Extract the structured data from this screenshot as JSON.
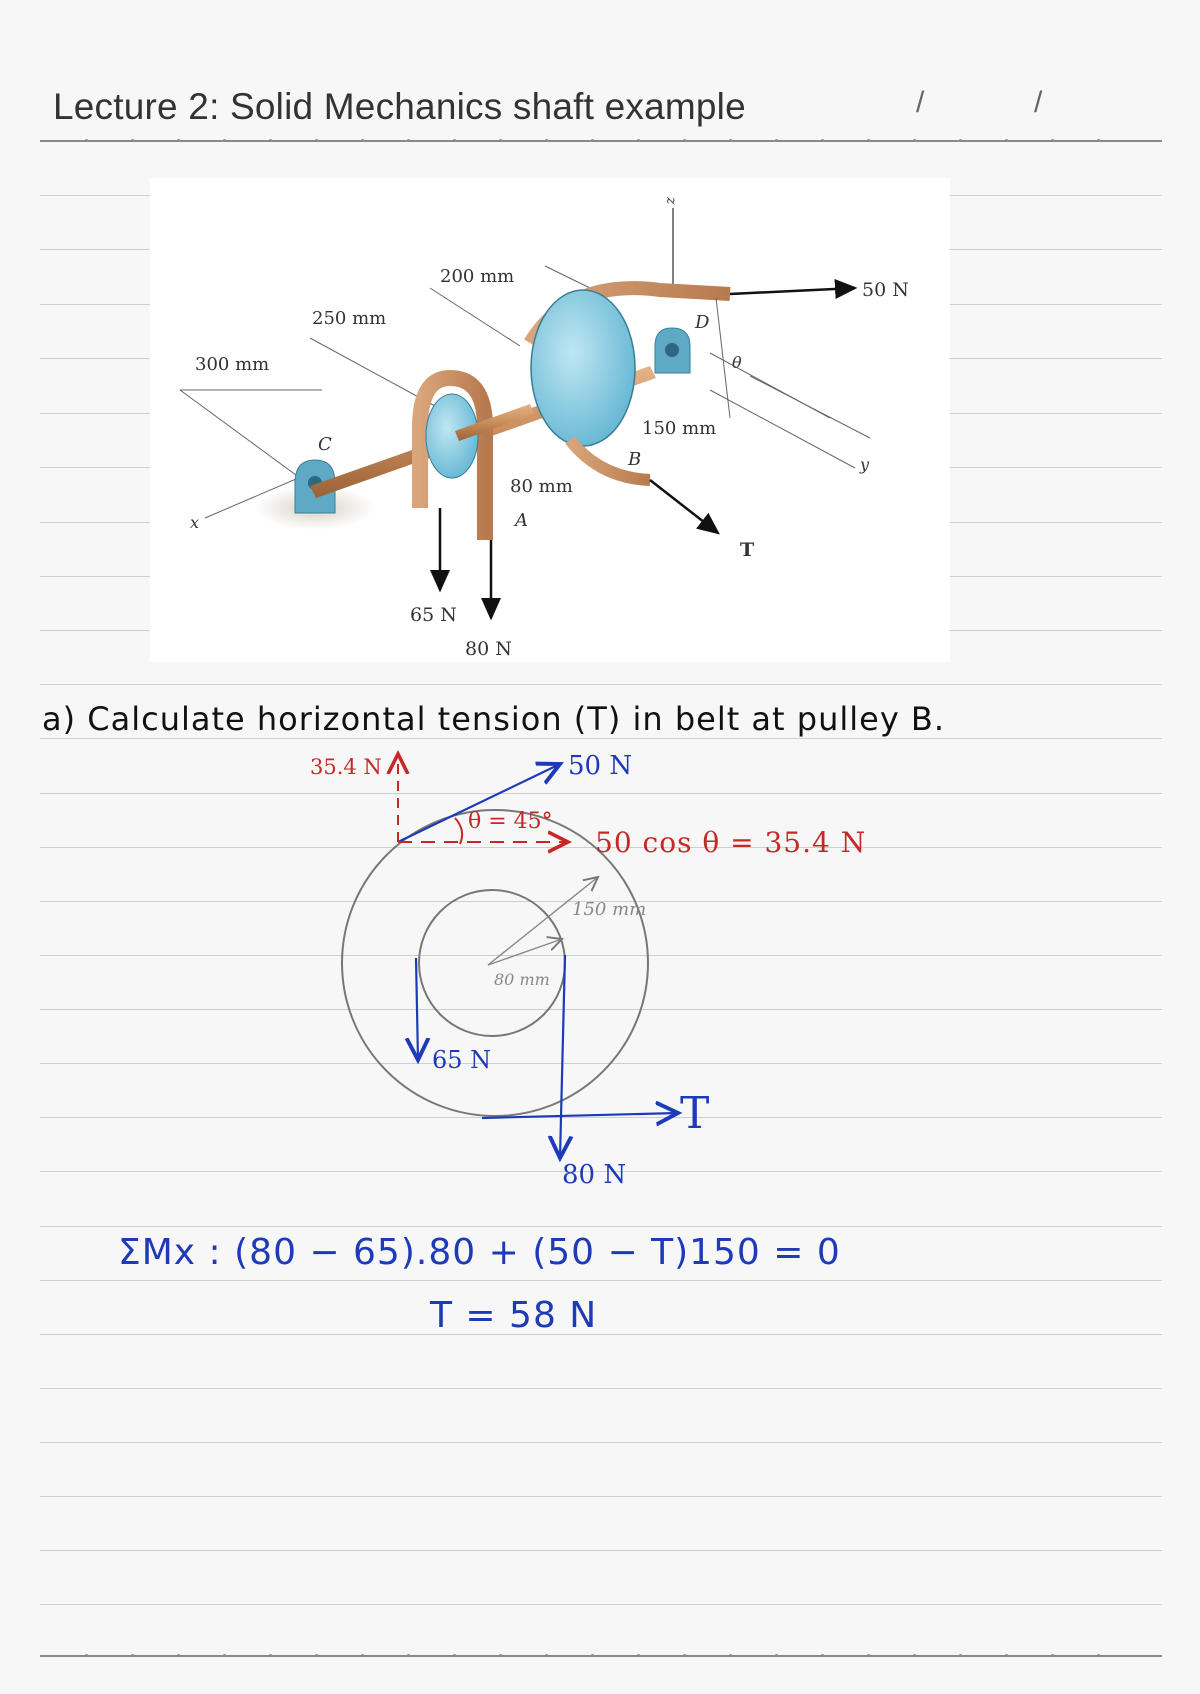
{
  "header": {
    "title": "Lecture 2: Solid Mechanics shaft example",
    "date_sep_1": "/",
    "date_sep_2": "/"
  },
  "figure": {
    "dims": {
      "d300": "300 mm",
      "d250": "250 mm",
      "d200": "200 mm",
      "d150": "150 mm",
      "d80": "80 mm"
    },
    "points": {
      "c": "C",
      "d": "D",
      "b": "B",
      "a": "A"
    },
    "axes": {
      "x": "x",
      "y": "y",
      "z": "z"
    },
    "angle": "θ",
    "forces": {
      "f50": "50 N",
      "f65": "65 N",
      "f80": "80 N",
      "t": "T"
    }
  },
  "notes": {
    "question": "a) Calculate horizontal tension (T) in belt at pulley B.",
    "fbd": {
      "f50": "50 N",
      "f354": "35.4 N",
      "theta": "θ = 45°",
      "cos_eq": "50 cos θ = 35.4 N",
      "r150": "150 mm",
      "r80": "80 mm",
      "f65": "65 N",
      "f80": "80 N",
      "t": "T"
    },
    "equation": "ΣMx : (80 − 65).80 + (50 − T)150 = 0",
    "result": "T = 58 N"
  },
  "colors": {
    "pen_blue": "#1d3bb8",
    "pen_red": "#c62828",
    "pulley": "#8fd0e6",
    "shaft": "#c98d5a"
  }
}
